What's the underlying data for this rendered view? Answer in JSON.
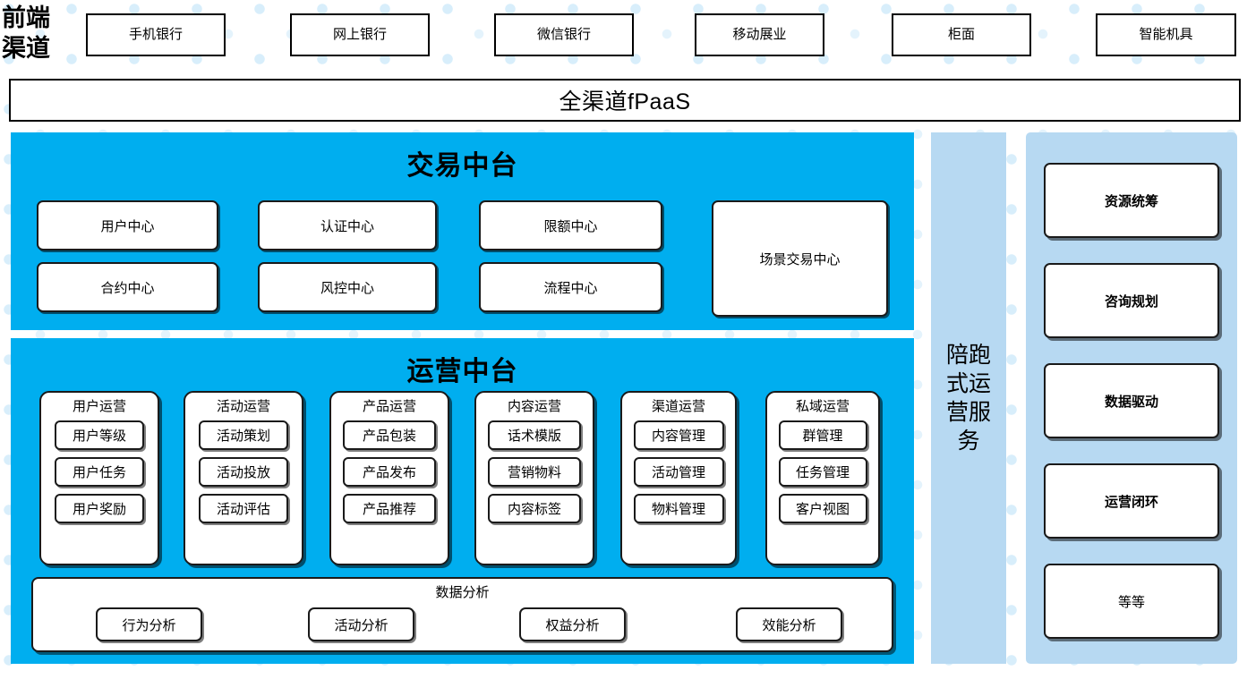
{
  "colors": {
    "cyan_panel": "#00AEEF",
    "light_blue_panel": "#B7D9F2",
    "box_border": "#1a1a1a",
    "box_fill": "#ffffff",
    "background_dots": "#d8eefb"
  },
  "frontend": {
    "label": "前端渠道",
    "channels": [
      {
        "label": "手机银行"
      },
      {
        "label": "网上银行"
      },
      {
        "label": "微信银行"
      },
      {
        "label": "移动展业"
      },
      {
        "label": "柜面"
      },
      {
        "label": "智能机具"
      }
    ]
  },
  "fpaas": {
    "label": "全渠道fPaaS"
  },
  "trade_platform": {
    "title": "交易中台",
    "centers": [
      {
        "label": "用户中心"
      },
      {
        "label": "认证中心"
      },
      {
        "label": "限额中心"
      },
      {
        "label": "合约中心"
      },
      {
        "label": "风控中心"
      },
      {
        "label": "流程中心"
      }
    ],
    "scene_center": {
      "label": "场景交易中心"
    }
  },
  "ops_platform": {
    "title": "运营中台",
    "groups": [
      {
        "title": "用户运营",
        "items": [
          "用户等级",
          "用户任务",
          "用户奖励"
        ]
      },
      {
        "title": "活动运营",
        "items": [
          "活动策划",
          "活动投放",
          "活动评估"
        ]
      },
      {
        "title": "产品运营",
        "items": [
          "产品包装",
          "产品发布",
          "产品推荐"
        ]
      },
      {
        "title": "内容运营",
        "items": [
          "话术模版",
          "营销物料",
          "内容标签"
        ]
      },
      {
        "title": "渠道运营",
        "items": [
          "内容管理",
          "活动管理",
          "物料管理"
        ]
      },
      {
        "title": "私域运营",
        "items": [
          "群管理",
          "任务管理",
          "客户视图"
        ]
      }
    ],
    "data_analysis": {
      "title": "数据分析",
      "items": [
        "行为分析",
        "活动分析",
        "权益分析",
        "效能分析"
      ]
    }
  },
  "service_column": {
    "label": "陪跑式运营服务"
  },
  "right_panel": {
    "items": [
      {
        "label": "资源统筹",
        "bold": true
      },
      {
        "label": "咨询规划",
        "bold": true
      },
      {
        "label": "数据驱动",
        "bold": true
      },
      {
        "label": "运营闭环",
        "bold": true
      },
      {
        "label": "等等",
        "bold": false
      }
    ]
  }
}
